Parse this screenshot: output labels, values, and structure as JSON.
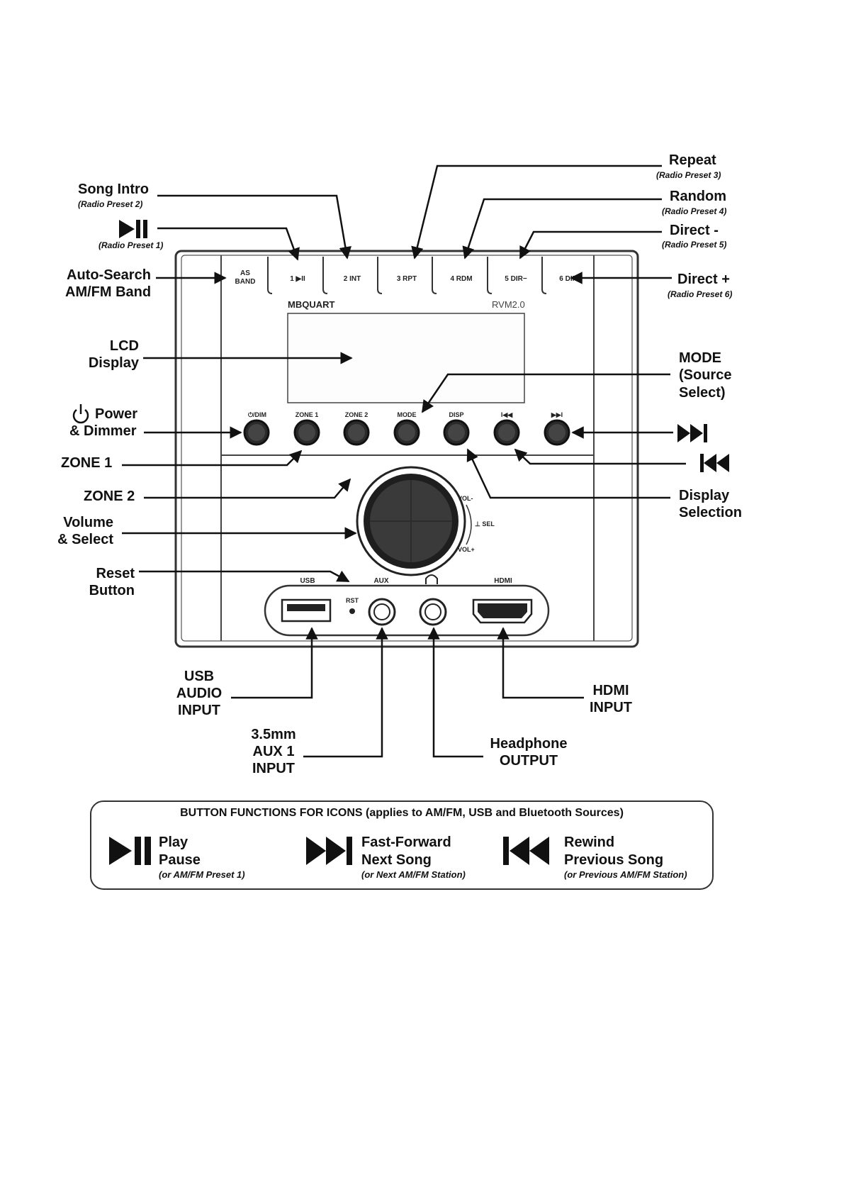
{
  "labels": {
    "song_intro": "Song Intro",
    "song_intro_sub": "(Radio Preset 2)",
    "play_pause_sub": "(Radio Preset 1)",
    "auto_search_1": "Auto-Search",
    "auto_search_2": "AM/FM Band",
    "lcd_1": "LCD",
    "lcd_2": "Display",
    "power_1": "Power",
    "power_2": "& Dimmer",
    "zone1": "ZONE 1",
    "zone2": "ZONE 2",
    "volume_1": "Volume",
    "volume_2": "& Select",
    "reset_1": "Reset",
    "reset_2": "Button",
    "repeat": "Repeat",
    "repeat_sub": "(Radio Preset 3)",
    "random": "Random",
    "random_sub": "(Radio Preset 4)",
    "direct_minus": "Direct -",
    "direct_minus_sub": "(Radio Preset 5)",
    "direct_plus": "Direct +",
    "direct_plus_sub": "(Radio Preset 6)",
    "mode_1": "MODE",
    "mode_2": "(Source",
    "mode_3": "Select)",
    "display_sel_1": "Display",
    "display_sel_2": "Selection",
    "usb_1": "USB",
    "usb_2": "AUDIO",
    "usb_3": "INPUT",
    "aux_1": "3.5mm",
    "aux_2": "AUX 1",
    "aux_3": "INPUT",
    "headphone_1": "Headphone",
    "headphone_2": "OUTPUT",
    "hdmi_1": "HDMI",
    "hdmi_2": "INPUT"
  },
  "device": {
    "preset_as_1": "AS",
    "preset_as_2": "BAND",
    "preset_1": "1 ▶II",
    "preset_2": "2 INT",
    "preset_3": "3 RPT",
    "preset_4": "4 RDM",
    "preset_5": "5 DIR−",
    "preset_6": "6 DIR+",
    "brand": "MBQUART",
    "model": "RVM2.0",
    "btn_power": "⏻/DIM",
    "btn_zone1": "ZONE 1",
    "btn_zone2": "ZONE 2",
    "btn_mode": "MODE",
    "btn_disp": "DISP",
    "btn_prev": "I◀◀",
    "btn_next": "▶▶I",
    "vol_minus": "VOL-",
    "vol_plus": "VOL+",
    "sel": "SEL",
    "port_usb": "USB",
    "port_aux": "AUX",
    "port_hdmi": "HDMI",
    "rst": "RST"
  },
  "legend": {
    "title": "BUTTON FUNCTIONS FOR ICONS (applies to AM/FM, USB and Bluetooth Sources)",
    "items": [
      {
        "icon": "play-pause-icon",
        "line1": "Play",
        "line2": "Pause",
        "note": "(or AM/FM Preset 1)"
      },
      {
        "icon": "fast-forward-icon",
        "line1": "Fast-Forward",
        "line2": "Next Song",
        "note": "(or Next AM/FM Station)"
      },
      {
        "icon": "rewind-icon",
        "line1": "Rewind",
        "line2": "Previous Song",
        "note": "(or Previous AM/FM Station)"
      }
    ]
  },
  "colors": {
    "ink": "#111111",
    "knob": "#2a2a2a",
    "panel_line": "#333333"
  }
}
